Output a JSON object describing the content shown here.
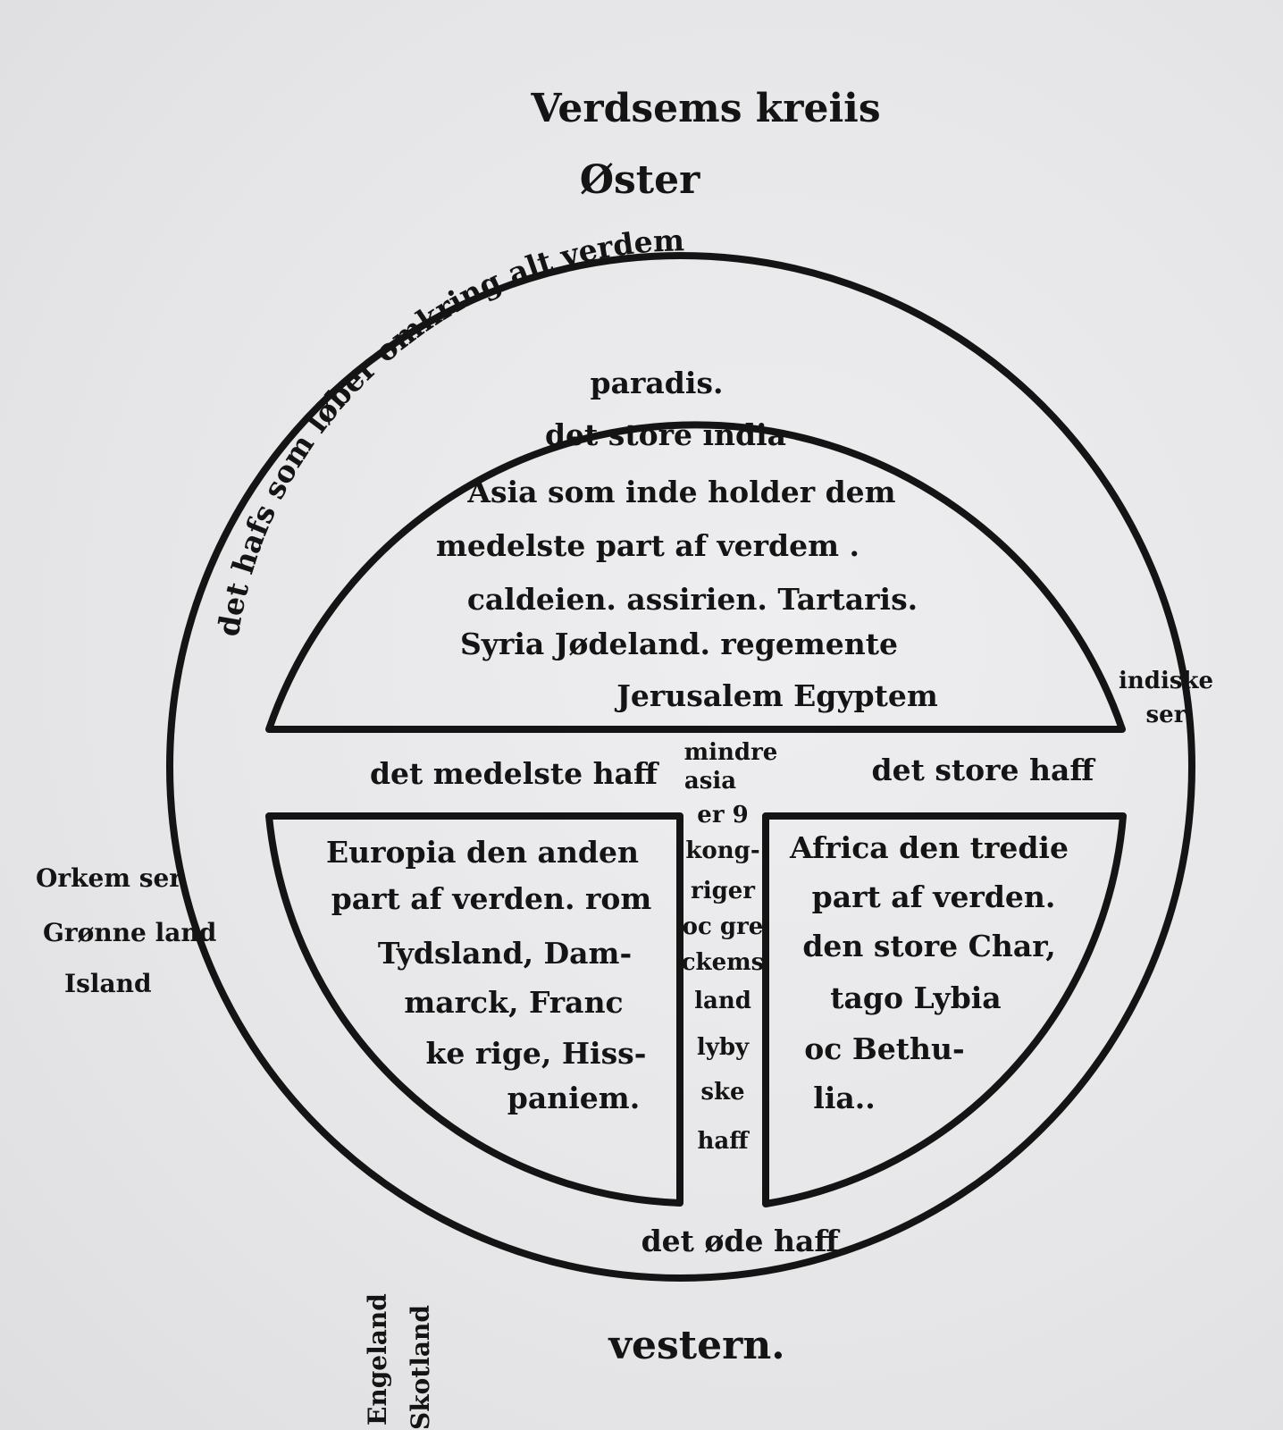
{
  "map": {
    "title": "Verdsems kreiis",
    "direction_east": "Øster",
    "direction_west": "vestern.",
    "ocean_ring": "det hafs som løber omkring alt verdem",
    "asia_lines": [
      "paradis.",
      "det store india",
      "Asia som inde holder dem",
      "medelste part af verdem .",
      "caldeien.   assirien.   Tartaris.",
      "Syria  Jødeland.          regemente",
      "Jerusalem              Egyptem"
    ],
    "mediterranean": "det medelste haff",
    "asia_minor": [
      "mindre",
      "asia"
    ],
    "great_sea": "det store haff",
    "indian_sea": [
      "indiske",
      "ser"
    ],
    "europa_lines": [
      "Europia den anden",
      "part af verden. rom",
      "Tydsland,  Dam-",
      "marck,   Franc",
      "ke rige,  Hiss-",
      "paniem."
    ],
    "strait_lines": [
      "er 9",
      "kong-",
      "riger",
      "oc gre",
      "ckems",
      "land",
      "lyby",
      "ske",
      "haff"
    ],
    "africa_lines": [
      "Africa den tredie",
      "part af verden.",
      "den store Char,",
      "tago  Lybia",
      "oc  Bethu-",
      "lia.."
    ],
    "desert_sea": "det øde haff",
    "outside_left": [
      "Orkem ser",
      "Grønne land",
      "Island"
    ],
    "outside_bottom": [
      "Engeland",
      "Skotland"
    ]
  }
}
